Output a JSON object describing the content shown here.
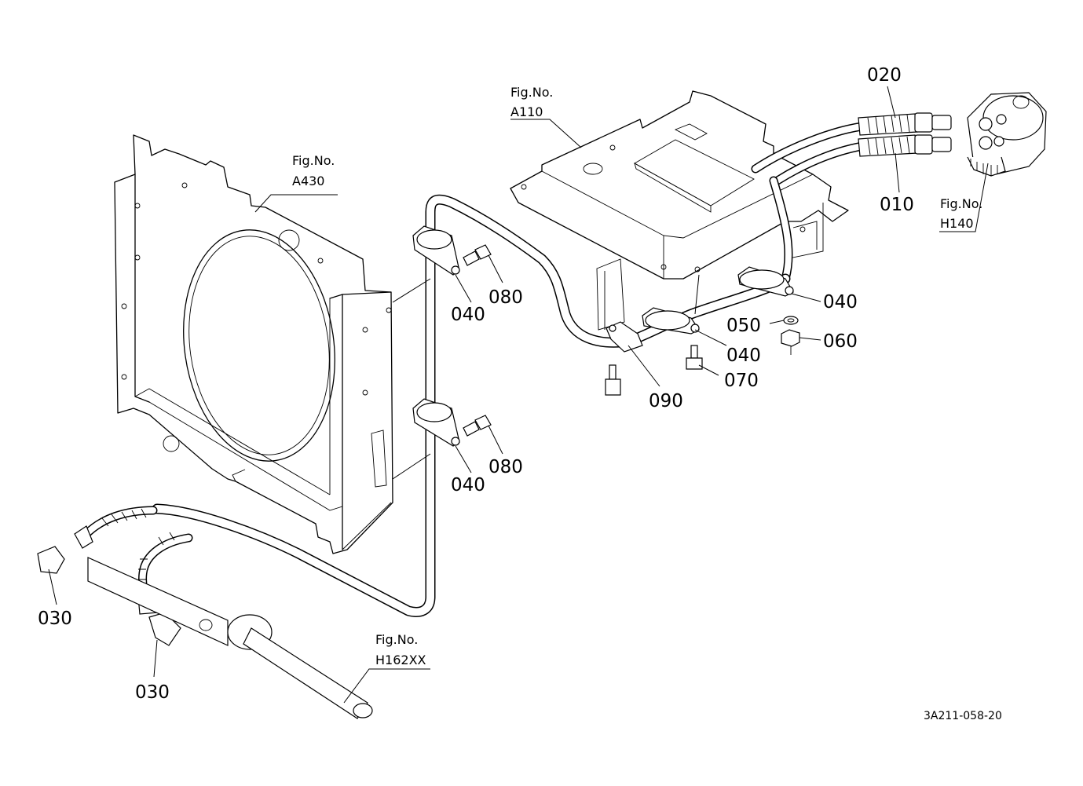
{
  "figure_refs": {
    "a430": {
      "line1": "Fig.No.",
      "line2": "A430"
    },
    "a110": {
      "line1": "Fig.No.",
      "line2": "A110"
    },
    "h140": {
      "line1": "Fig.No.",
      "line2": "H140"
    },
    "h162xx": {
      "line1": "Fig.No.",
      "line2": "H162XX"
    }
  },
  "parts": {
    "p010": "010",
    "p020": "020",
    "p030a": "030",
    "p030b": "030",
    "p040a": "040",
    "p040b": "040",
    "p040c": "040",
    "p040d": "040",
    "p050": "050",
    "p060": "060",
    "p070": "070",
    "p080a": "080",
    "p080b": "080",
    "p090": "090"
  },
  "drawing_code": "3A211-058-20"
}
